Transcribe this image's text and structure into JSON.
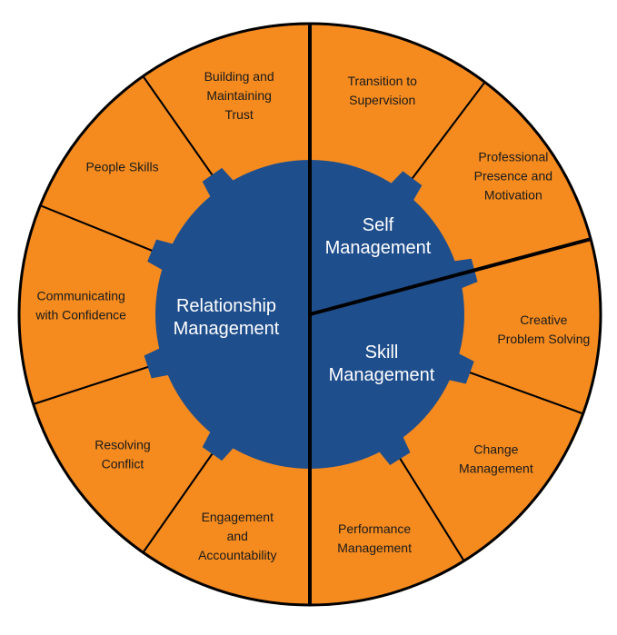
{
  "colors": {
    "segment_fill": "#F58B1F",
    "hub_fill": "#1F4E8C",
    "line": "#000000",
    "background": "#ffffff"
  },
  "hubs": [
    {
      "id": "relationship",
      "lines": [
        "Relationship",
        "Management"
      ]
    },
    {
      "id": "self",
      "lines": [
        "Self",
        "Management"
      ]
    },
    {
      "id": "skill",
      "lines": [
        "Skill",
        "Management"
      ]
    }
  ],
  "segments": [
    {
      "id": "transition-to-supervision",
      "lines": [
        "Transition to",
        "Supervision"
      ]
    },
    {
      "id": "professional-presence",
      "lines": [
        "Professional",
        "Presence and",
        "Motivation"
      ]
    },
    {
      "id": "creative-problem-solving",
      "lines": [
        "Creative",
        "Problem Solving"
      ]
    },
    {
      "id": "change-management",
      "lines": [
        "Change",
        "Management"
      ]
    },
    {
      "id": "performance-management",
      "lines": [
        "Performance",
        "Management"
      ]
    },
    {
      "id": "engagement-accountability",
      "lines": [
        "Engagement",
        "and",
        "Accountability"
      ]
    },
    {
      "id": "resolving-conflict",
      "lines": [
        "Resolving",
        "Conflict"
      ]
    },
    {
      "id": "communicating-confidence",
      "lines": [
        "Communicating",
        "with Confidence"
      ]
    },
    {
      "id": "people-skills",
      "lines": [
        "People Skills"
      ]
    },
    {
      "id": "building-trust",
      "lines": [
        "Building and",
        "Maintaining",
        "Trust"
      ]
    }
  ]
}
